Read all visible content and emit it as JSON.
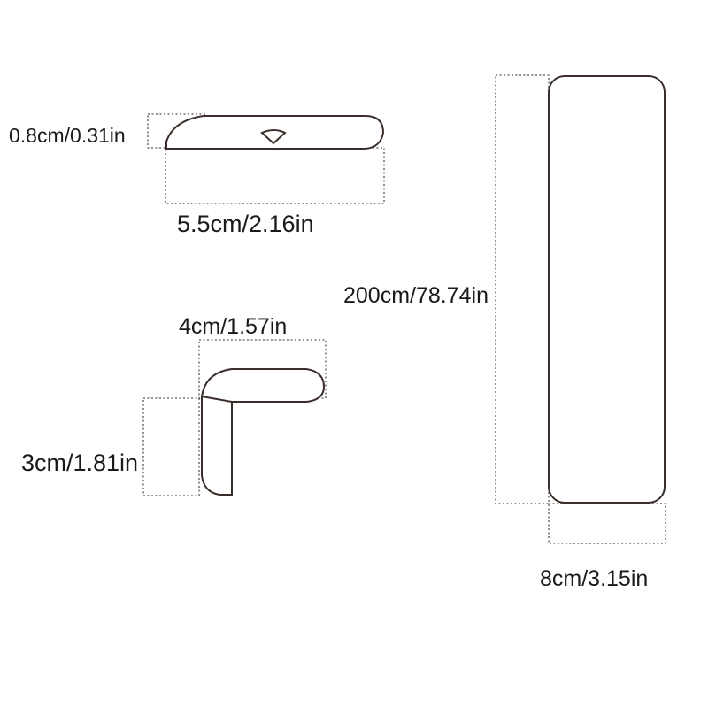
{
  "diagram": {
    "strip_width_label": "0.8cm/0.31in",
    "strip_length_label": "5.5cm/2.16in",
    "corner_top_label": "4cm/1.57in",
    "corner_side_label": "3cm/1.81in",
    "long_strip_length_label": "200cm/78.74in",
    "long_strip_width_label": "8cm/3.15in"
  },
  "colors": {
    "outline": "#3a2e2a",
    "dotted": "#555555",
    "text": "#1a1a1a",
    "background": "#ffffff"
  }
}
